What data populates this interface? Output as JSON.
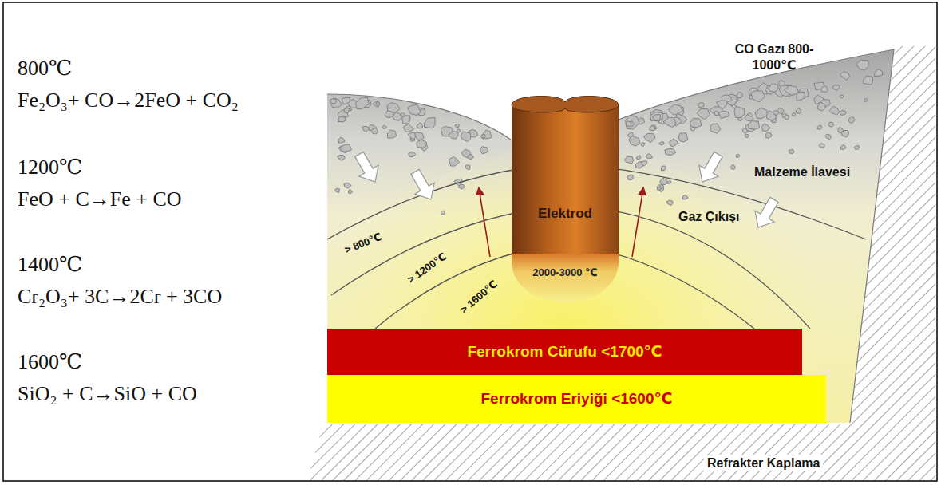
{
  "diagram": {
    "nodes": [
      {
        "text": [
          "Elektrod",
          "2000-3000 ℃"
        ]
      },
      {
        "text": [
          "Ferrokrom Cürufu <1700℃"
        ]
      },
      {
        "text": [
          "Ferrokrom Eriyiği <1600℃"
        ]
      }
    ],
    "labels": [
      "800℃",
      "Fe₂O₃+ CO→2FeO + CO₂",
      "1200℃",
      "FeO + C→Fe + CO",
      "1400℃",
      "Cr₂O₃+ 3C→2Cr + 3CO",
      "1600℃",
      "SiO₂ + C→SiO + CO",
      "CO Gazı 800-1000℃",
      "> 800℃",
      "> 1200℃",
      "> 1600℃",
      "Malzeme İlavesi",
      "Gaz Çıkışı",
      "Refrakter Kaplama"
    ]
  }
}
